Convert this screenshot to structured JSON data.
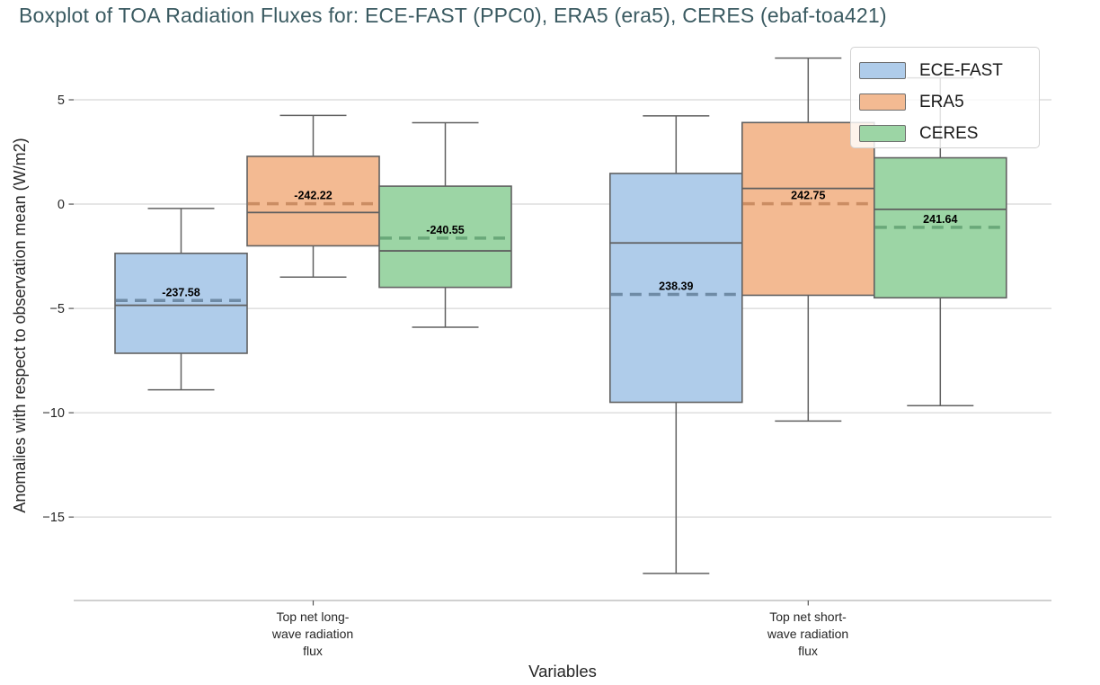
{
  "chart_data": {
    "type": "box",
    "title": "Boxplot of TOA Radiation Fluxes for: ECE-FAST (PPC0), ERA5 (era5), CERES (ebaf-toa421)",
    "xlabel": "Variables",
    "ylabel": "Anomalies with respect to observation mean (W/m2)",
    "ylim": [
      -19.0,
      7.5
    ],
    "grid": true,
    "legend_position": "upper right",
    "y_ticks": [
      {
        "value": 5,
        "label": "5"
      },
      {
        "value": 0,
        "label": "0"
      },
      {
        "value": -5,
        "label": "−5"
      },
      {
        "value": -10,
        "label": "−10"
      },
      {
        "value": -15,
        "label": "−15"
      }
    ],
    "categories": [
      {
        "lines": [
          "Top net long-",
          "wave radiation",
          "flux"
        ]
      },
      {
        "lines": [
          "Top net short-",
          "wave radiation",
          "flux"
        ]
      }
    ],
    "colors": {
      "grid": "#cdcdcd",
      "spine": "#b3b3b3",
      "tick": "#555555",
      "box_edge": "#616161",
      "median": "#5f5f5f",
      "title_text": "#3a5a61",
      "label_text": "#262626",
      "mean_label_text": "#000000"
    },
    "series": [
      {
        "name": "ECE-FAST",
        "fill": "#afccea",
        "mean_color": "#6f8ba6",
        "boxes": [
          {
            "whisker_low": -8.9,
            "q1": -7.15,
            "median": -4.85,
            "mean": -4.62,
            "q3": -2.36,
            "whisker_high": -0.21,
            "mean_label": "-237.58"
          },
          {
            "whisker_low": -17.7,
            "q1": -9.5,
            "median": -1.86,
            "mean": -4.33,
            "q3": 1.47,
            "whisker_high": 4.23,
            "mean_label": "238.39"
          }
        ]
      },
      {
        "name": "ERA5",
        "fill": "#f3ba92",
        "mean_color": "#cb8d63",
        "boxes": [
          {
            "whisker_low": -3.5,
            "q1": -2.0,
            "median": -0.4,
            "mean": 0.02,
            "q3": 2.29,
            "whisker_high": 4.25,
            "mean_label": "-242.22"
          },
          {
            "whisker_low": -10.4,
            "q1": -4.37,
            "median": 0.75,
            "mean": 0.02,
            "q3": 3.91,
            "whisker_high": 7.0,
            "mean_label": "242.75"
          }
        ]
      },
      {
        "name": "CERES",
        "fill": "#9cd5a5",
        "mean_color": "#69a879",
        "boxes": [
          {
            "whisker_low": -5.9,
            "q1": -3.99,
            "median": -2.24,
            "mean": -1.63,
            "q3": 0.86,
            "whisker_high": 3.9,
            "mean_label": "-240.55"
          },
          {
            "whisker_low": -9.66,
            "q1": -4.49,
            "median": -0.25,
            "mean": -1.11,
            "q3": 2.22,
            "whisker_high": 6.05,
            "mean_label": "241.64"
          }
        ]
      }
    ]
  }
}
